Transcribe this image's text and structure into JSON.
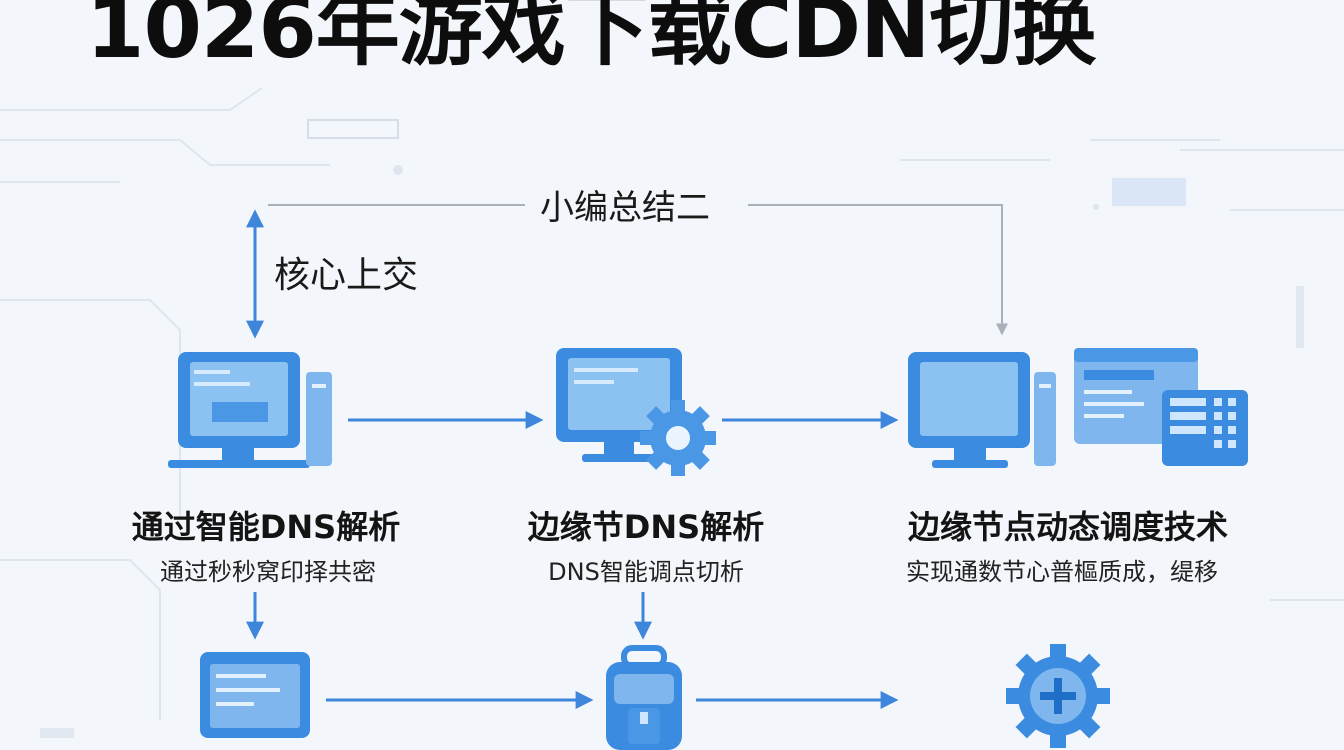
{
  "title": "1026年游戏下载CDN切换",
  "summary_label": "小编总结二",
  "core_label": "核心上交",
  "steps": [
    {
      "title": "通过智能DNS解析",
      "subtitle": "通过秒秒窝印择共密"
    },
    {
      "title": "边缘节DNS解析",
      "subtitle": "DNS智能调点切析"
    },
    {
      "title": "边缘节点动态调度技术",
      "subtitle": "实现通数节心普樞质成，缇移"
    }
  ],
  "colors": {
    "accent": "#3b8be0",
    "accent_light": "#7fb6ee",
    "arrow": "#3d86dc",
    "connector_gray": "#a7b0bb"
  },
  "icons": [
    "desktop-computer-icon",
    "monitor-gear-icon",
    "desktop-computer-icon",
    "app-window-grid-icon",
    "window-icon",
    "backpack-icon",
    "gear-plus-icon"
  ]
}
